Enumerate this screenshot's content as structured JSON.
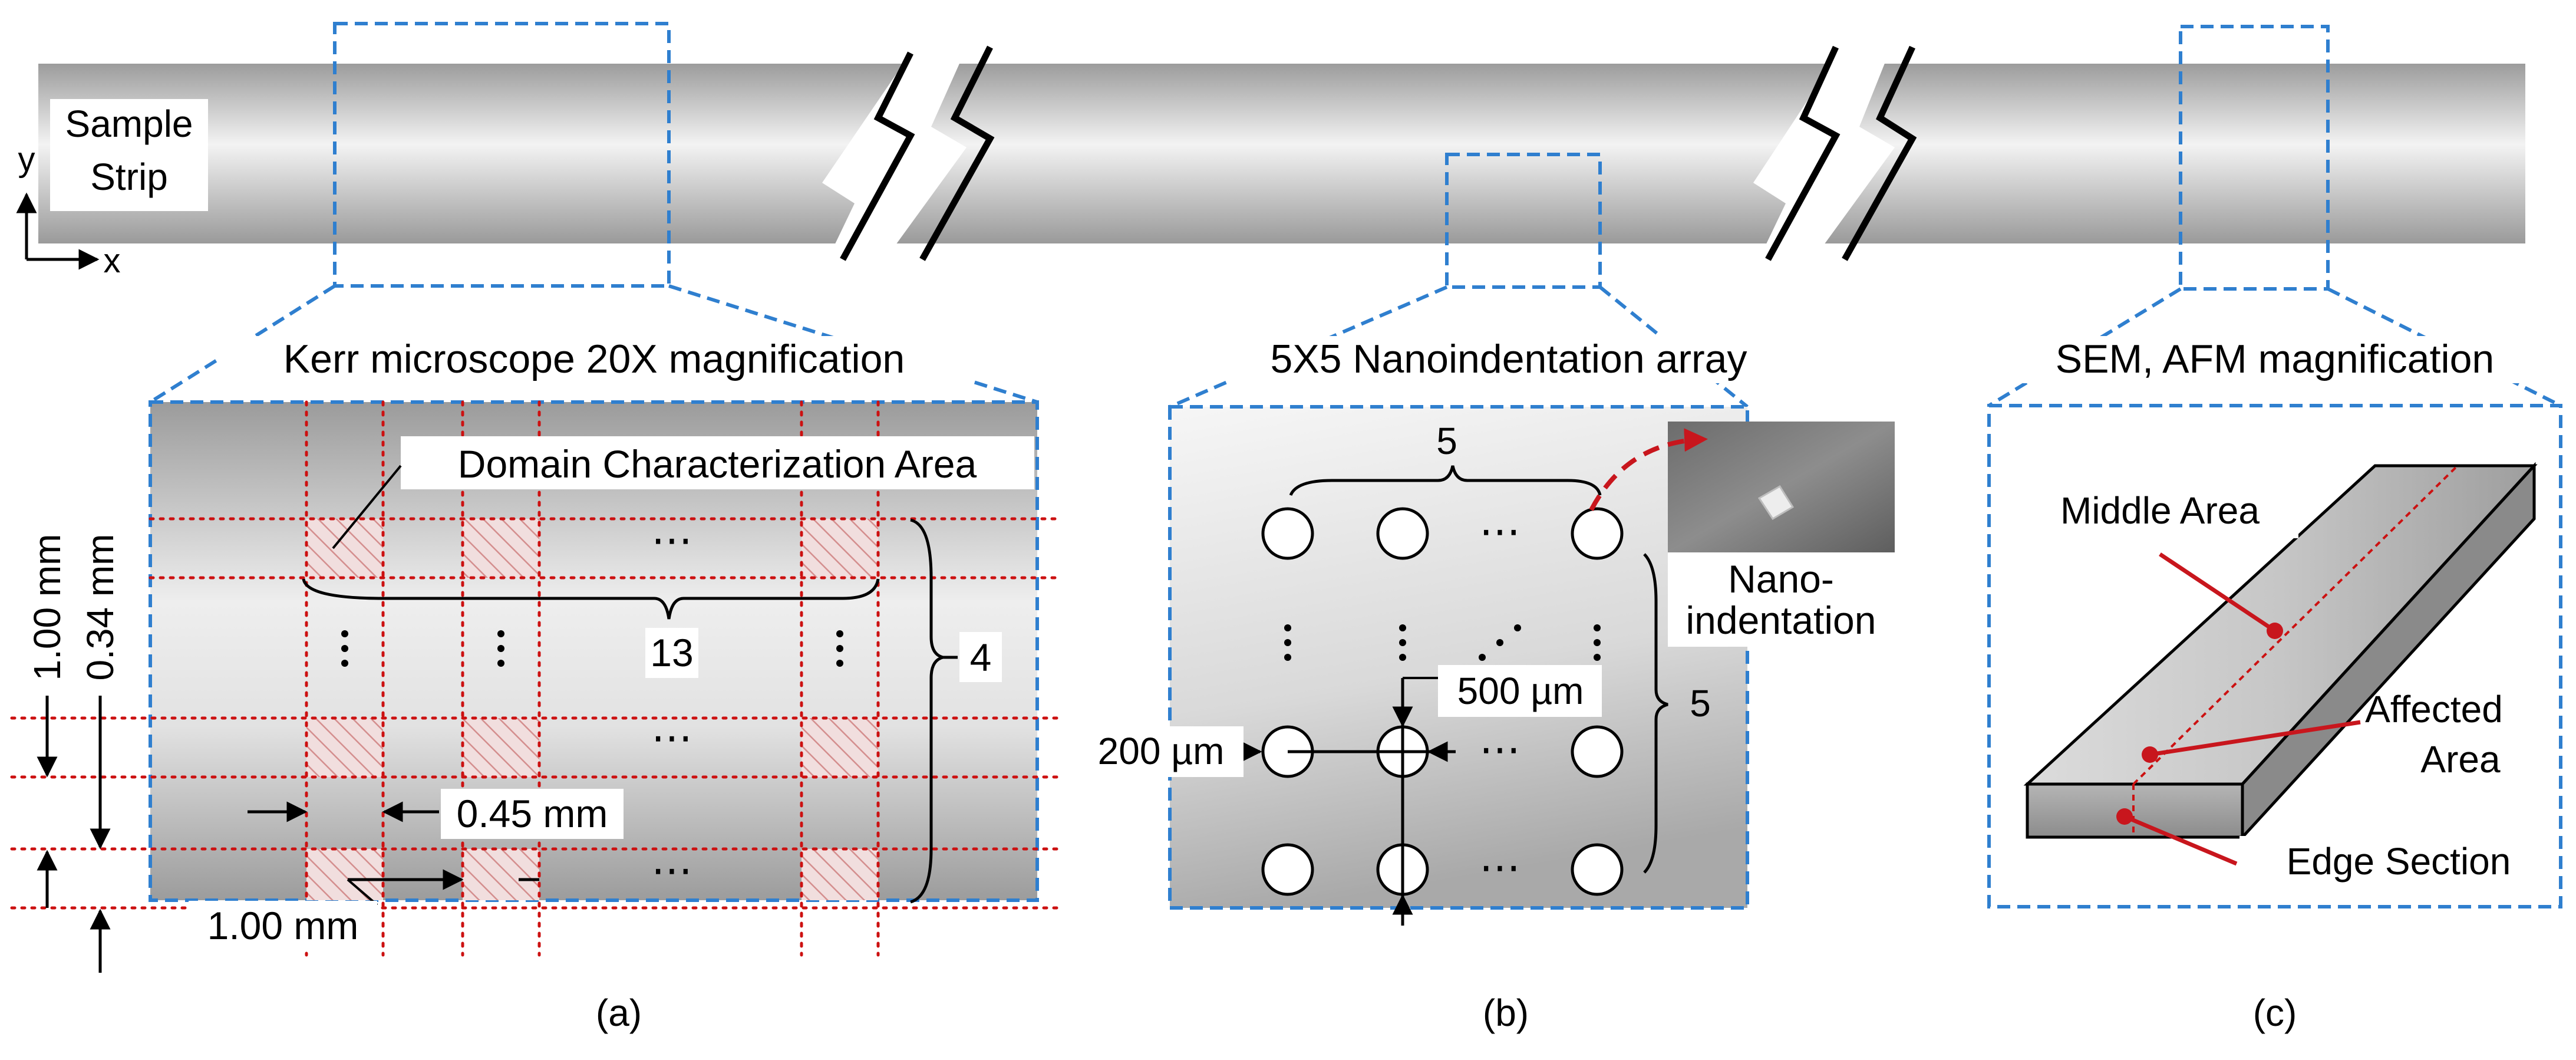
{
  "strip": {
    "label_line1": "Sample",
    "label_line2": "Strip",
    "axis_y": "y",
    "axis_x": "x"
  },
  "panel_a": {
    "title": "Kerr microscope 20X magnification",
    "domain_label": "Domain Characterization Area",
    "count_cols": "13",
    "count_rows": "4",
    "dim_045": "0.45 mm",
    "dim_100_horizontal": "1.00 mm",
    "dim_100_vertical": "1.00 mm",
    "dim_034_vertical": "0.34 mm",
    "ellipsis": "⋯",
    "caption": "(a)"
  },
  "panel_b": {
    "title": "5X5 Nanoindentation array",
    "count_cols": "5",
    "count_rows": "5",
    "dim_500": "500 µm",
    "dim_200": "200 µm",
    "inset_line1": "Nano-",
    "inset_line2": "indentation",
    "ellipsis": "⋯",
    "caption": "(b)"
  },
  "panel_c": {
    "title": "SEM, AFM magnification",
    "label_middle": "Middle Area",
    "label_affected_1": "Affected",
    "label_affected_2": "Area",
    "label_edge": "Edge Section",
    "caption": "(c)"
  },
  "colors": {
    "zoom_box": "#2f7fcf",
    "grid_dots": "#cc1111",
    "marker_red": "#c8161d",
    "hatch": "#e0a0a0"
  }
}
